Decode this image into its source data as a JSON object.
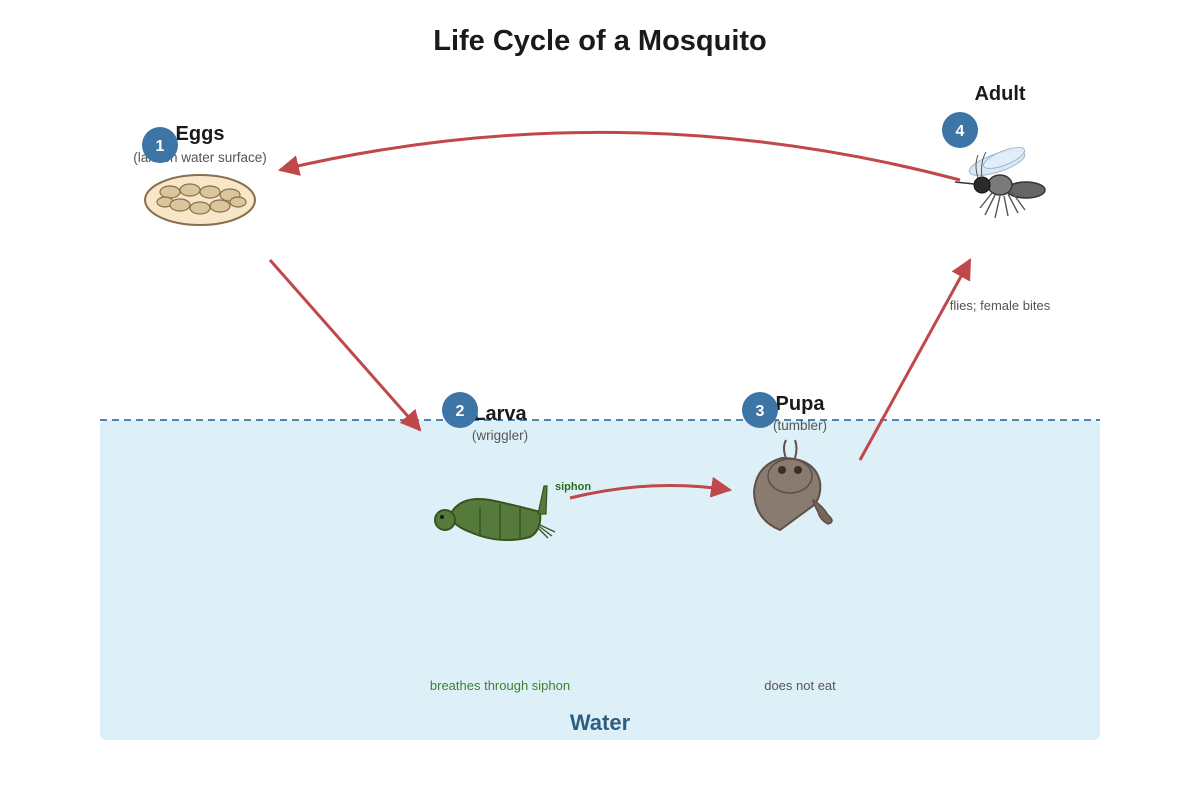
{
  "title": "Life Cycle of a Mosquito",
  "colors": {
    "arrow": "#c0474a",
    "badge": "#3d76a6",
    "water_fill": "#def0f7",
    "water_line": "#4a86ad",
    "water_label": "#2d5f82",
    "larva_body": "#567a3c",
    "pupa_body": "#8a7b70",
    "egg_fill": "#d9c79b",
    "egg_raft": "#f7e6c8"
  },
  "stages": [
    {
      "number": "1",
      "name": "Eggs",
      "subtitle": "(laid on water surface)",
      "icon": "egg-raft-icon"
    },
    {
      "number": "2",
      "name": "Larva",
      "subtitle": "(wriggler)",
      "icon": "larva-icon"
    },
    {
      "number": "3",
      "name": "Pupa",
      "subtitle": "(tumbler)",
      "icon": "pupa-icon"
    },
    {
      "number": "4",
      "name": "Adult",
      "subtitle": "",
      "icon": "mosquito-icon"
    }
  ],
  "notes": {
    "adult": "flies; female bites",
    "larva": "breathes through siphon",
    "pupa": "does not eat",
    "siphon_label": "siphon"
  },
  "water_label": "Water"
}
